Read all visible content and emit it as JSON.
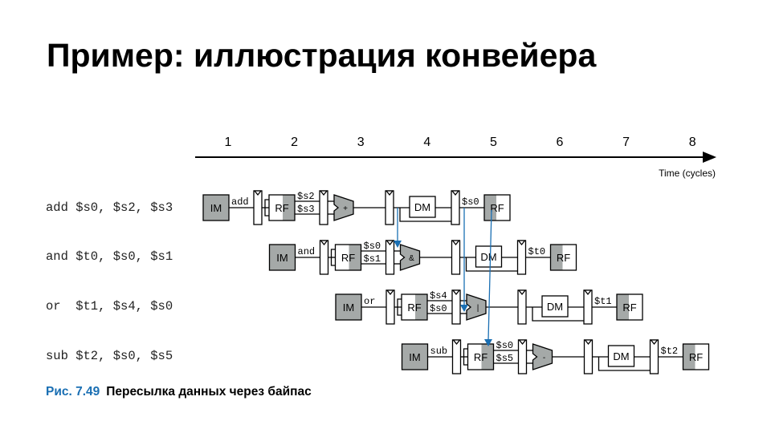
{
  "title": "Пример: иллюстрация конвейера",
  "axis": {
    "cycles": [
      "1",
      "2",
      "3",
      "4",
      "5",
      "6",
      "7",
      "8"
    ],
    "label": "Time (cycles)"
  },
  "instructions": [
    {
      "text": "add $s0, $s2, $s3",
      "op": "add",
      "src1": "$s2",
      "src2": "$s3",
      "alu": "+",
      "dst": "$s0"
    },
    {
      "text": "and $t0, $s0, $s1",
      "op": "and",
      "src1": "$s0",
      "src2": "$s1",
      "alu": "&",
      "dst": "$t0"
    },
    {
      "text": "or  $t1, $s4, $s0",
      "op": "or",
      "src1": "$s4",
      "src2": "$s0",
      "alu": "|",
      "dst": "$t1"
    },
    {
      "text": "sub $t2, $s0, $s5",
      "op": "sub",
      "src1": "$s0",
      "src2": "$s5",
      "alu": "-",
      "dst": "$t2"
    }
  ],
  "units": {
    "im": "IM",
    "rf": "RF",
    "dm": "DM"
  },
  "caption": {
    "number": "Рис. 7.49",
    "text": "Пересылка данных через байпас"
  },
  "colors": {
    "unit_gray": "#a5a9a8",
    "forward": "#1a6fb3"
  }
}
